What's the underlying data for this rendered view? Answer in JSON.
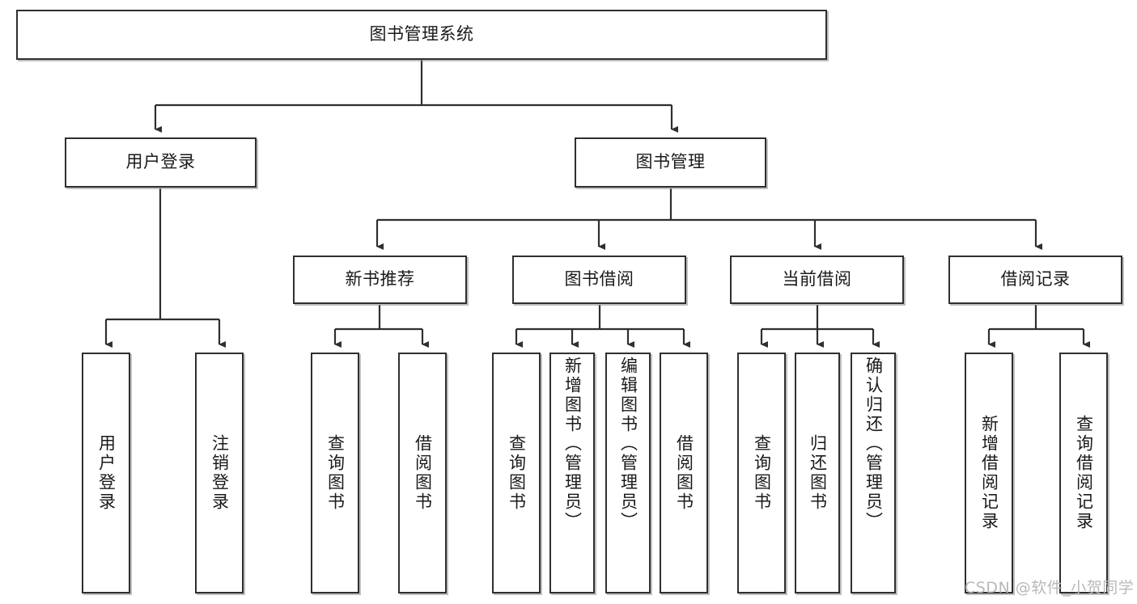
{
  "diagram": {
    "type": "hierarchy-tree",
    "title": "图书管理系统",
    "watermark": "CSDN @软件_小贺同学",
    "colors": {
      "border": "#2f2f2f",
      "fill": "#ffffff",
      "text": "#1a1a1a",
      "connector": "#2f2f2f",
      "watermark": "#b9b9b9"
    },
    "nodes": {
      "root": "图书管理系统",
      "level2": [
        "用户登录",
        "图书管理"
      ],
      "level3": [
        "新书推荐",
        "图书借阅",
        "当前借阅",
        "借阅记录"
      ],
      "leaves": {
        "user_login": [
          "用户登录",
          "注销登录"
        ],
        "new_book_recommend": [
          "查询图书",
          "借阅图书"
        ],
        "book_borrow": [
          "查询图书",
          "新增图书（管理员）",
          "编辑图书（管理员）",
          "借阅图书"
        ],
        "current_borrow": [
          "查询图书",
          "归还图书",
          "确认归还（管理员）"
        ],
        "borrow_record": [
          "新增借阅记录",
          "查询借阅记录"
        ]
      }
    },
    "edges": [
      {
        "from": "图书管理系统",
        "to": "用户登录"
      },
      {
        "from": "图书管理系统",
        "to": "图书管理"
      },
      {
        "from": "用户登录",
        "to": "用户登录"
      },
      {
        "from": "用户登录",
        "to": "注销登录"
      },
      {
        "from": "图书管理",
        "to": "新书推荐"
      },
      {
        "from": "图书管理",
        "to": "图书借阅"
      },
      {
        "from": "图书管理",
        "to": "当前借阅"
      },
      {
        "from": "图书管理",
        "to": "借阅记录"
      },
      {
        "from": "新书推荐",
        "to": "查询图书"
      },
      {
        "from": "新书推荐",
        "to": "借阅图书"
      },
      {
        "from": "图书借阅",
        "to": "查询图书"
      },
      {
        "from": "图书借阅",
        "to": "新增图书（管理员）"
      },
      {
        "from": "图书借阅",
        "to": "编辑图书（管理员）"
      },
      {
        "from": "图书借阅",
        "to": "借阅图书"
      },
      {
        "from": "当前借阅",
        "to": "查询图书"
      },
      {
        "from": "当前借阅",
        "to": "归还图书"
      },
      {
        "from": "当前借阅",
        "to": "确认归还（管理员）"
      },
      {
        "from": "借阅记录",
        "to": "新增借阅记录"
      },
      {
        "from": "借阅记录",
        "to": "查询借阅记录"
      }
    ]
  }
}
